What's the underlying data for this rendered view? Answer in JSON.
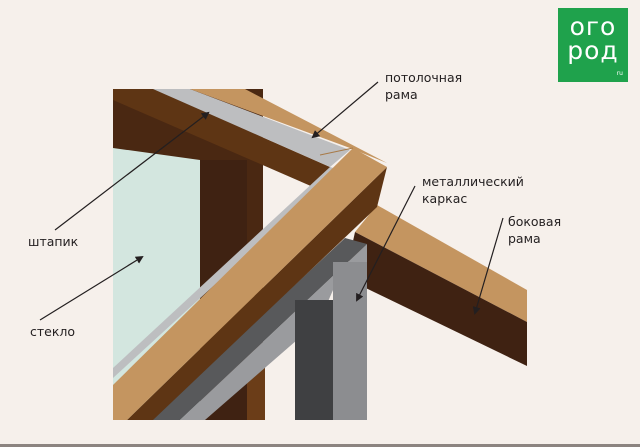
{
  "logo": {
    "line1": "огo",
    "line2": "род",
    "tm": "ru"
  },
  "labels": {
    "ceiling_frame_1": "потолочная",
    "ceiling_frame_2": "рама",
    "metal_frame_1": "металлический",
    "metal_frame_2": "каркас",
    "side_frame_1": "боковая",
    "side_frame_2": "рама",
    "bead": "штапик",
    "glass": "стекло"
  },
  "colors": {
    "background": "#f6f0eb",
    "wood_light": "#c49560",
    "wood_dark": "#5a3414",
    "wood_darker": "#3f2212",
    "glass": "#d3e6df",
    "bead": "#bdbec0",
    "metal_light": "#9a9b9e",
    "metal_dark": "#58595b",
    "logo_green": "#1fa24c"
  }
}
